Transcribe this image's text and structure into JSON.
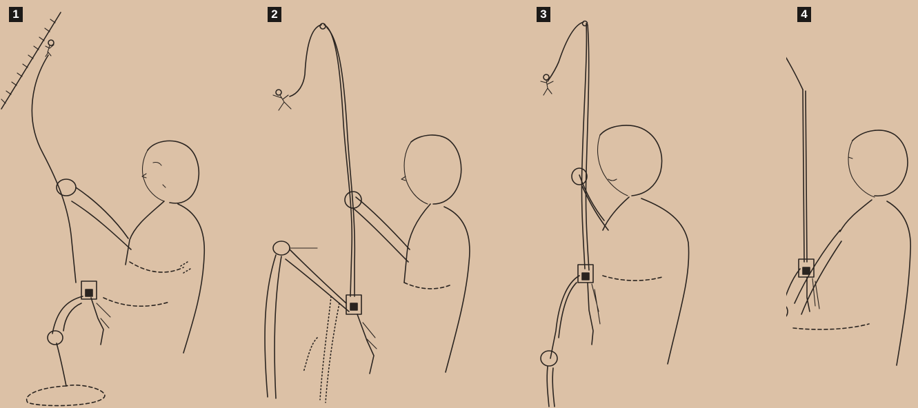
{
  "panels": [
    {
      "step": "1"
    },
    {
      "step": "2"
    },
    {
      "step": "3"
    },
    {
      "step": "4"
    }
  ],
  "colors": {
    "background": "#dcc1a6",
    "badge": "#1c1a18",
    "line": "#2a2420"
  }
}
